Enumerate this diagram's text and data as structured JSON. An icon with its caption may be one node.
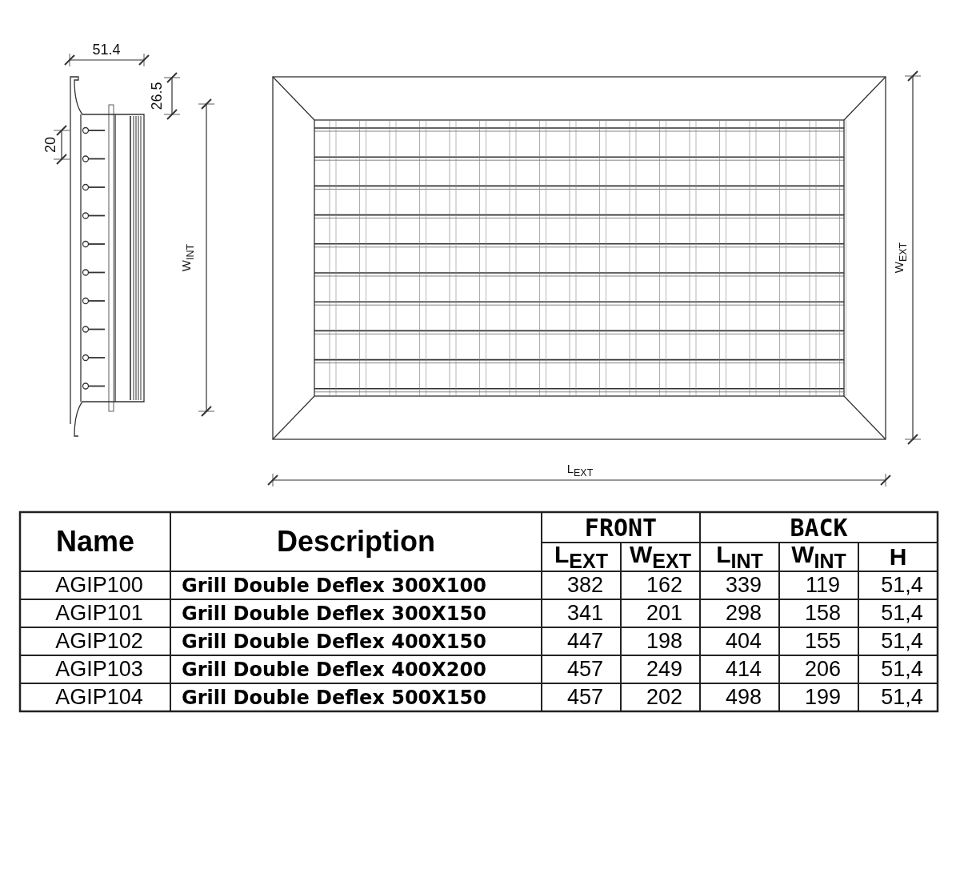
{
  "diagram": {
    "labels": [
      "51.4",
      "26.5",
      "20",
      "W$_{INT}$",
      "W$_{EXT}$",
      "L$_{EXT}$",
      "Name",
      "Description",
      "FRONT",
      "BACK",
      "L$_{EXT}$",
      "W$_{EXT}$",
      "L$_{INT}$",
      "W$_{INT}$",
      "H",
      "AGIP100",
      "Grill Double Deflex 300X100",
      "382",
      "162",
      "339",
      "119",
      "51,4",
      "AGIP101",
      "Grill Double Deflex 300X150",
      "341",
      "201",
      "298",
      "158",
      "51,4",
      "AGIP102",
      "Grill Double Deflex 400X150",
      "447",
      "198",
      "404",
      "155",
      "51,4",
      "AGIP103",
      "Grill Double Deflex 400X200",
      "457",
      "249",
      "414",
      "206",
      "51,4",
      "AGIP104",
      "Grill Double Deflex 500X150",
      "457",
      "202",
      "498",
      "199",
      "51,4"
    ]
  }
}
